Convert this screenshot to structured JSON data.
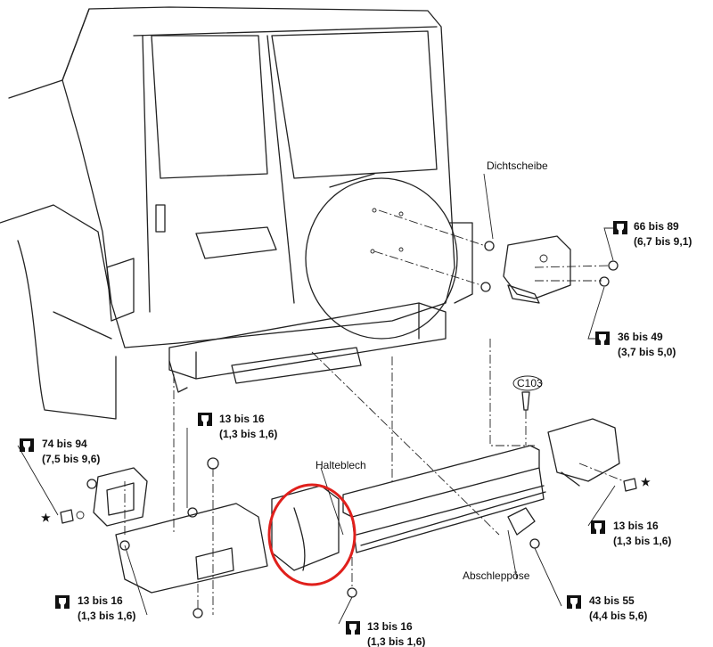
{
  "labels": {
    "dichtscheibe": "Dichtscheibe",
    "halteblech": "Halteblech",
    "abschleppoese": "Abschleppöse",
    "clip": "C103"
  },
  "torques": [
    {
      "nm": "66 bis 89",
      "kgm": "(6,7 bis 9,1)"
    },
    {
      "nm": "36 bis 49",
      "kgm": "(3,7 bis 5,0)"
    },
    {
      "nm": "13 bis 16",
      "kgm": "(1,3 bis 1,6)"
    },
    {
      "nm": "74 bis 94",
      "kgm": "(7,5 bis 9,6)"
    },
    {
      "nm": "13 bis 16",
      "kgm": "(1,3 bis 1,6)"
    },
    {
      "nm": "43 bis 55",
      "kgm": "(4,4 bis 5,6)"
    },
    {
      "nm": "13 bis 16",
      "kgm": "(1,3 bis 1,6)"
    },
    {
      "nm": "13 bis 16",
      "kgm": "(1,3 bis 1,6)"
    }
  ],
  "highlight_color": "#e0201c",
  "torque_icon": "torque-wrench-icon",
  "star_icon": "star-icon"
}
